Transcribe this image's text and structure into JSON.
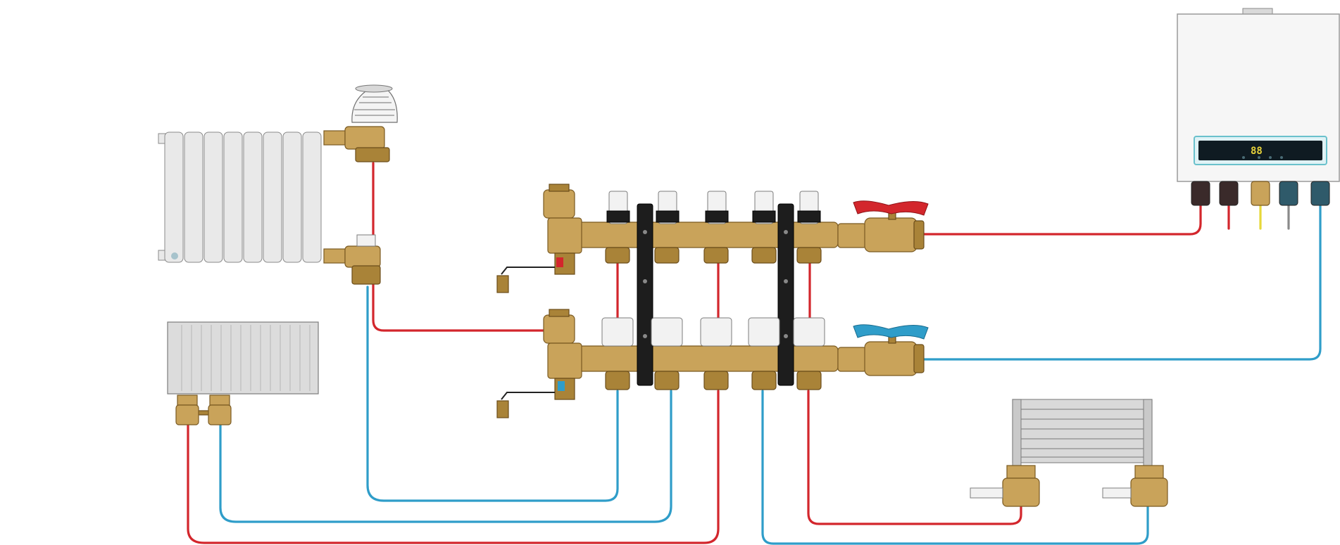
{
  "boiler": {
    "display_readout": "88",
    "outlet_colors": [
      "#c3262d",
      "#c3262d",
      "#e7d83a",
      "#8a8a8a",
      "#2f9dc9"
    ]
  },
  "colors": {
    "supply_pipe": "#d3262c",
    "return_pipe": "#2f9dc9",
    "brass": "#c9a35a",
    "supply_valve_handle": "#d3262c",
    "return_valve_handle": "#2f9dc9"
  },
  "components": [
    "column-radiator",
    "thermostatic-head",
    "panel-radiator",
    "towel-rail-radiator",
    "supply-manifold",
    "return-manifold",
    "wall-boiler"
  ]
}
